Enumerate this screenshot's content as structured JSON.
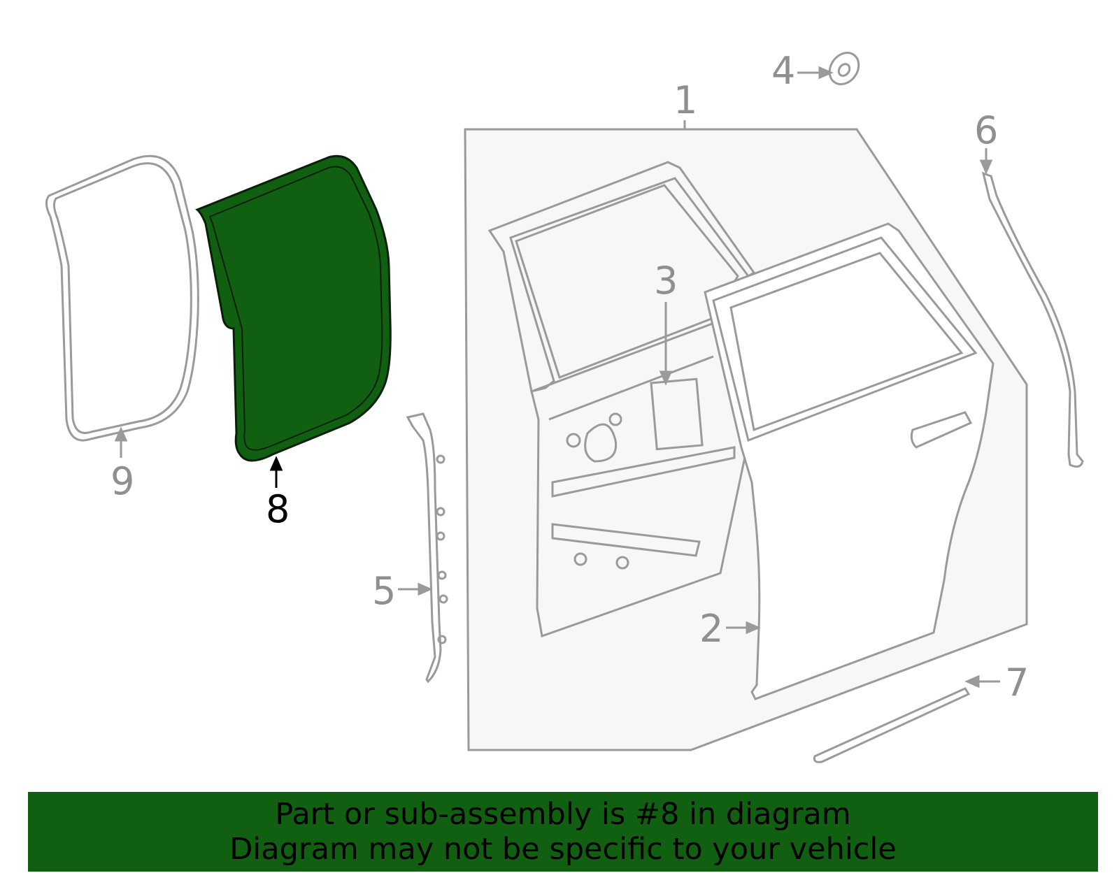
{
  "callouts": {
    "c1": "1",
    "c2": "2",
    "c3": "3",
    "c4": "4",
    "c5": "5",
    "c6": "6",
    "c7": "7",
    "c8": "8",
    "c9": "9"
  },
  "highlighted_part": "8",
  "colors": {
    "highlight_fill": "#116011",
    "line_gray": "#9a9a9a",
    "panel_fill": "#f7f7f7",
    "banner_bg": "#116011"
  },
  "banner": {
    "line1": "Part or sub-assembly is #8 in diagram",
    "line2": "Diagram may not be specific to your vehicle"
  }
}
